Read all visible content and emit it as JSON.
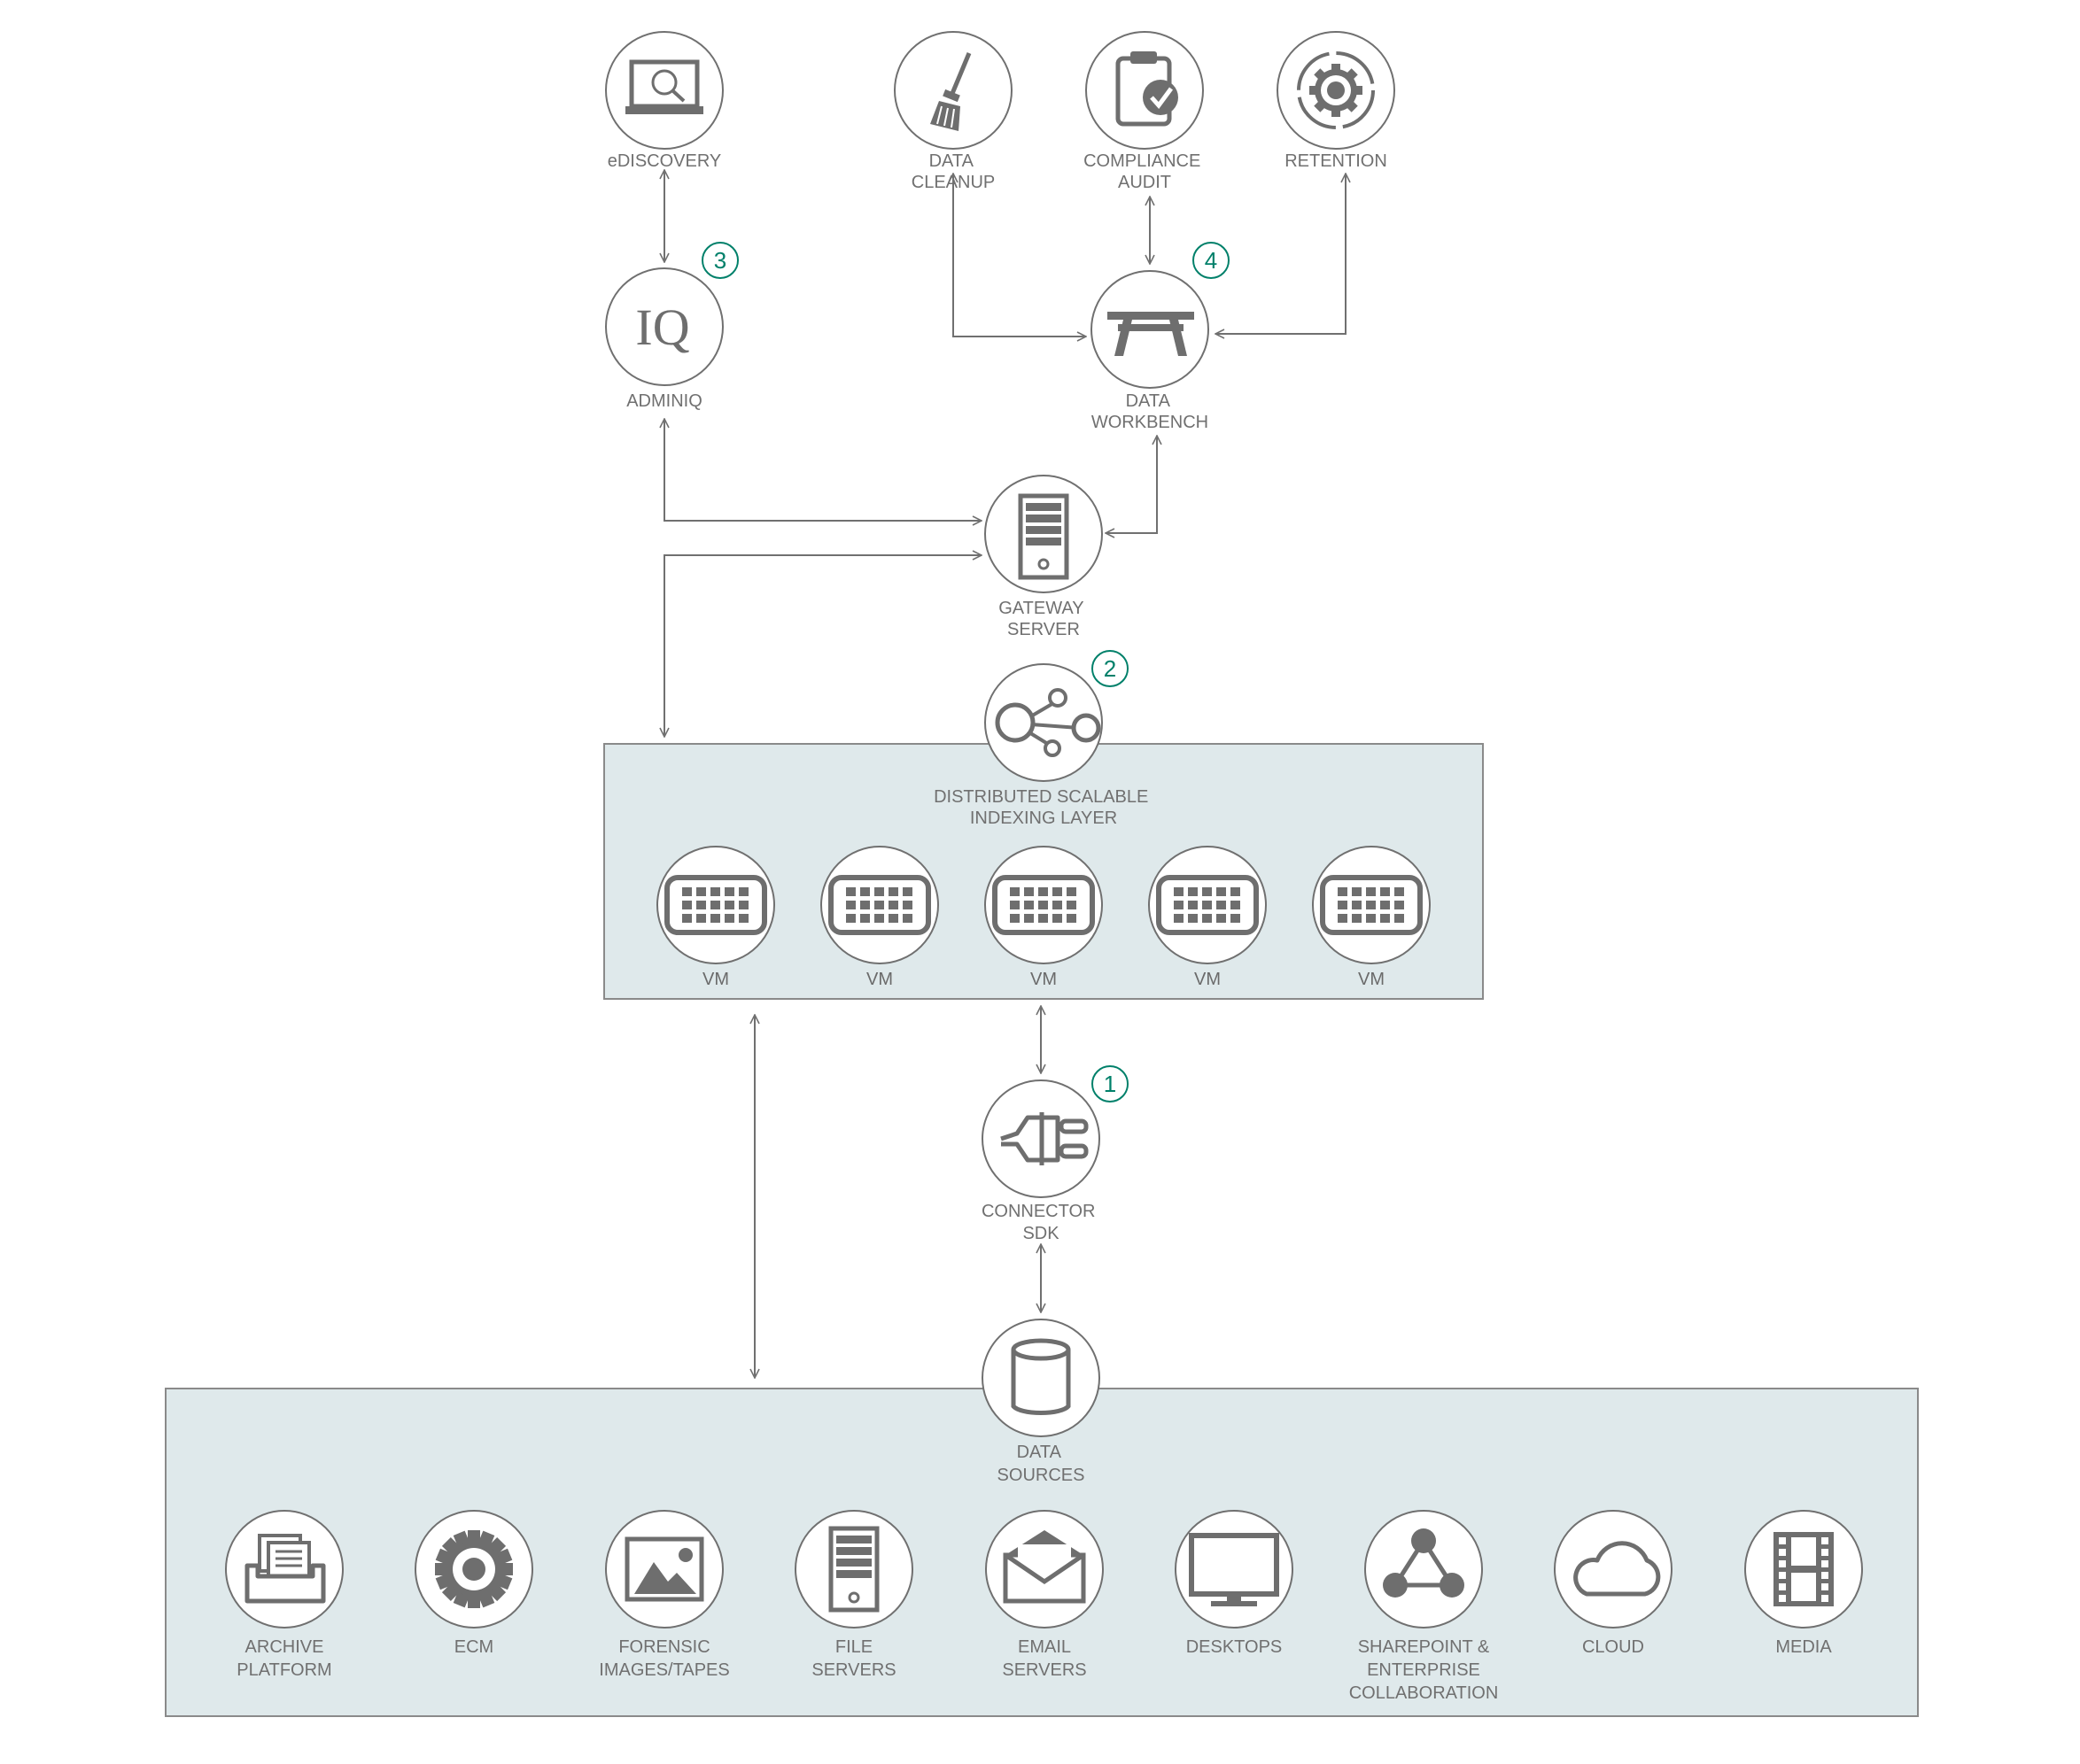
{
  "colors": {
    "line": "#707070",
    "icon": "#6e6e6e",
    "panel_fill": "#dfe9eb",
    "badge": "#00806a"
  },
  "badges": [
    "1",
    "2",
    "3",
    "4"
  ],
  "nodes": {
    "ediscovery": {
      "label": [
        "eDISCOVERY"
      ],
      "icon": "laptop-search-icon"
    },
    "data_cleanup": {
      "label": [
        "DATA",
        "CLEANUP"
      ],
      "icon": "broom-icon"
    },
    "compliance_audit": {
      "label": [
        "COMPLIANCE",
        "AUDIT"
      ],
      "icon": "clipboard-check-icon"
    },
    "retention": {
      "label": [
        "RETENTION"
      ],
      "icon": "gear-cycle-icon"
    },
    "adminiq": {
      "label": [
        "ADMINIQ"
      ],
      "icon": "iq-logo-icon",
      "glyph": "IQ"
    },
    "data_workbench": {
      "label": [
        "DATA",
        "WORKBENCH"
      ],
      "icon": "workbench-table-icon"
    },
    "gateway_server": {
      "label": [
        "GATEWAY",
        "SERVER"
      ],
      "icon": "server-tower-icon"
    },
    "indexing_layer": {
      "label": [
        "DISTRIBUTED SCALABLE",
        "INDEXING LAYER"
      ],
      "icon": "share-nodes-icon"
    },
    "connector_sdk": {
      "label": [
        "CONNECTOR",
        "SDK"
      ],
      "icon": "plug-icon"
    },
    "data_sources": {
      "label": [
        "DATA",
        "SOURCES"
      ],
      "icon": "database-icon"
    }
  },
  "vms": [
    "VM",
    "VM",
    "VM",
    "VM",
    "VM"
  ],
  "sources": [
    {
      "label": [
        "ARCHIVE",
        "PLATFORM"
      ],
      "icon": "archive-box-icon"
    },
    {
      "label": [
        "ECM"
      ],
      "icon": "gear-icon"
    },
    {
      "label": [
        "FORENSIC",
        "IMAGES/TAPES"
      ],
      "icon": "image-icon"
    },
    {
      "label": [
        "FILE",
        "SERVERS"
      ],
      "icon": "server-tower-icon"
    },
    {
      "label": [
        "EMAIL",
        "SERVERS"
      ],
      "icon": "envelope-icon"
    },
    {
      "label": [
        "DESKTOPS"
      ],
      "icon": "monitor-icon"
    },
    {
      "label": [
        "SHAREPOINT &",
        "ENTERPRISE",
        "COLLABORATION"
      ],
      "icon": "collaboration-icon"
    },
    {
      "label": [
        "CLOUD"
      ],
      "icon": "cloud-icon"
    },
    {
      "label": [
        "MEDIA"
      ],
      "icon": "film-icon"
    }
  ]
}
